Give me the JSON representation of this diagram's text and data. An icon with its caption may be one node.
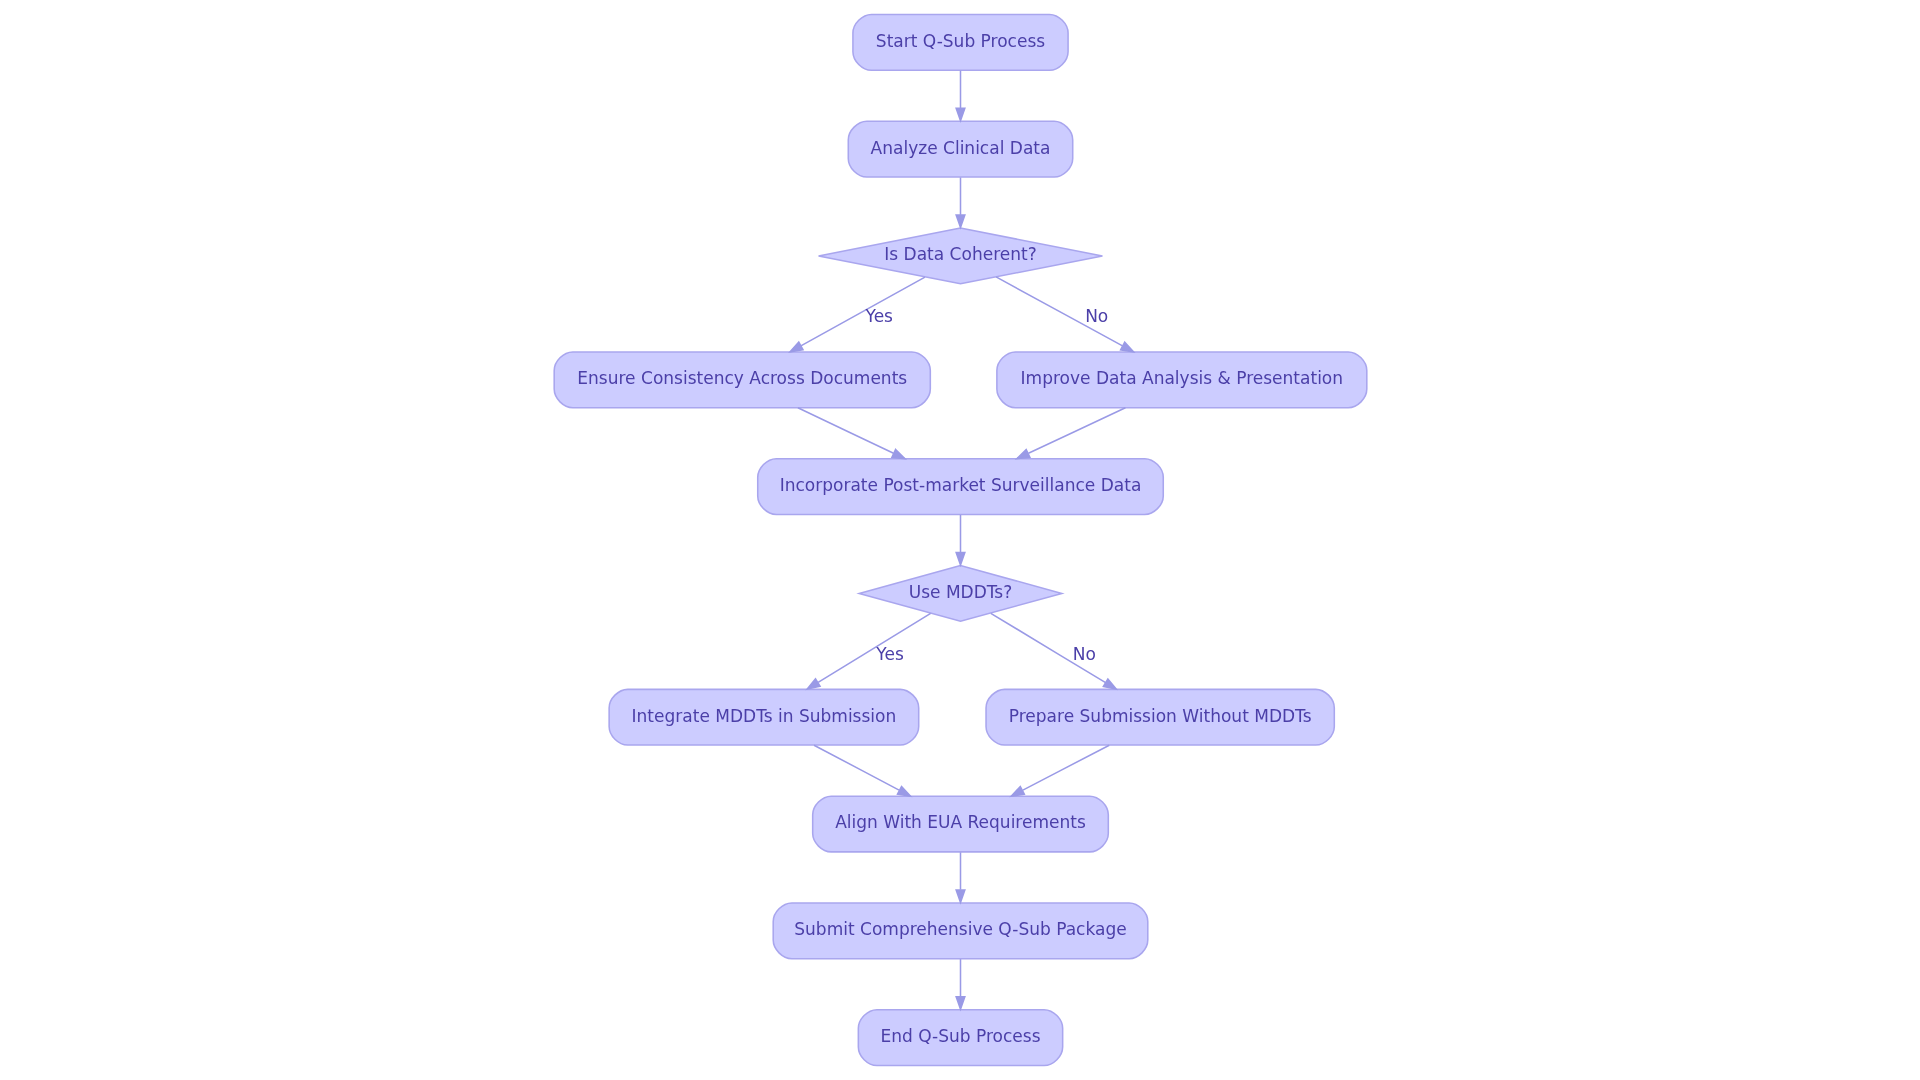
{
  "diagram": {
    "nodes": [
      {
        "text": [
          "Start Q-Sub Process"
        ]
      },
      {
        "text": [
          "Analyze Clinical Data"
        ]
      },
      {
        "text": [
          "Is Data Coherent?"
        ]
      },
      {
        "text": [
          "Ensure Consistency Across Documents"
        ]
      },
      {
        "text": [
          "Improve Data Analysis & Presentation"
        ]
      },
      {
        "text": [
          "Incorporate Post-market Surveillance Data"
        ]
      },
      {
        "text": [
          "Use MDDTs?"
        ]
      },
      {
        "text": [
          "Integrate MDDTs in Submission"
        ]
      },
      {
        "text": [
          "Prepare Submission Without MDDTs"
        ]
      },
      {
        "text": [
          "Align With EUA Requirements"
        ]
      },
      {
        "text": [
          "Submit Comprehensive Q-Sub Package"
        ]
      },
      {
        "text": [
          "End Q-Sub Process"
        ]
      }
    ],
    "edges": [
      {
        "from": 0,
        "to": 1,
        "arrow": "to"
      },
      {
        "from": 1,
        "to": 2,
        "arrow": "to"
      },
      {
        "from": 2,
        "to": 3,
        "arrow": "to",
        "label": "Yes"
      },
      {
        "from": 2,
        "to": 4,
        "arrow": "to",
        "label": "No"
      },
      {
        "from": 3,
        "to": 5,
        "arrow": "to"
      },
      {
        "from": 4,
        "to": 5,
        "arrow": "to"
      },
      {
        "from": 5,
        "to": 6,
        "arrow": "to"
      },
      {
        "from": 6,
        "to": 7,
        "arrow": "to",
        "label": "Yes"
      },
      {
        "from": 6,
        "to": 8,
        "arrow": "to",
        "label": "No"
      },
      {
        "from": 7,
        "to": 9,
        "arrow": "to"
      },
      {
        "from": 8,
        "to": 9,
        "arrow": "to"
      },
      {
        "from": 9,
        "to": 10,
        "arrow": "to"
      },
      {
        "from": 10,
        "to": 11,
        "arrow": "to"
      }
    ]
  }
}
